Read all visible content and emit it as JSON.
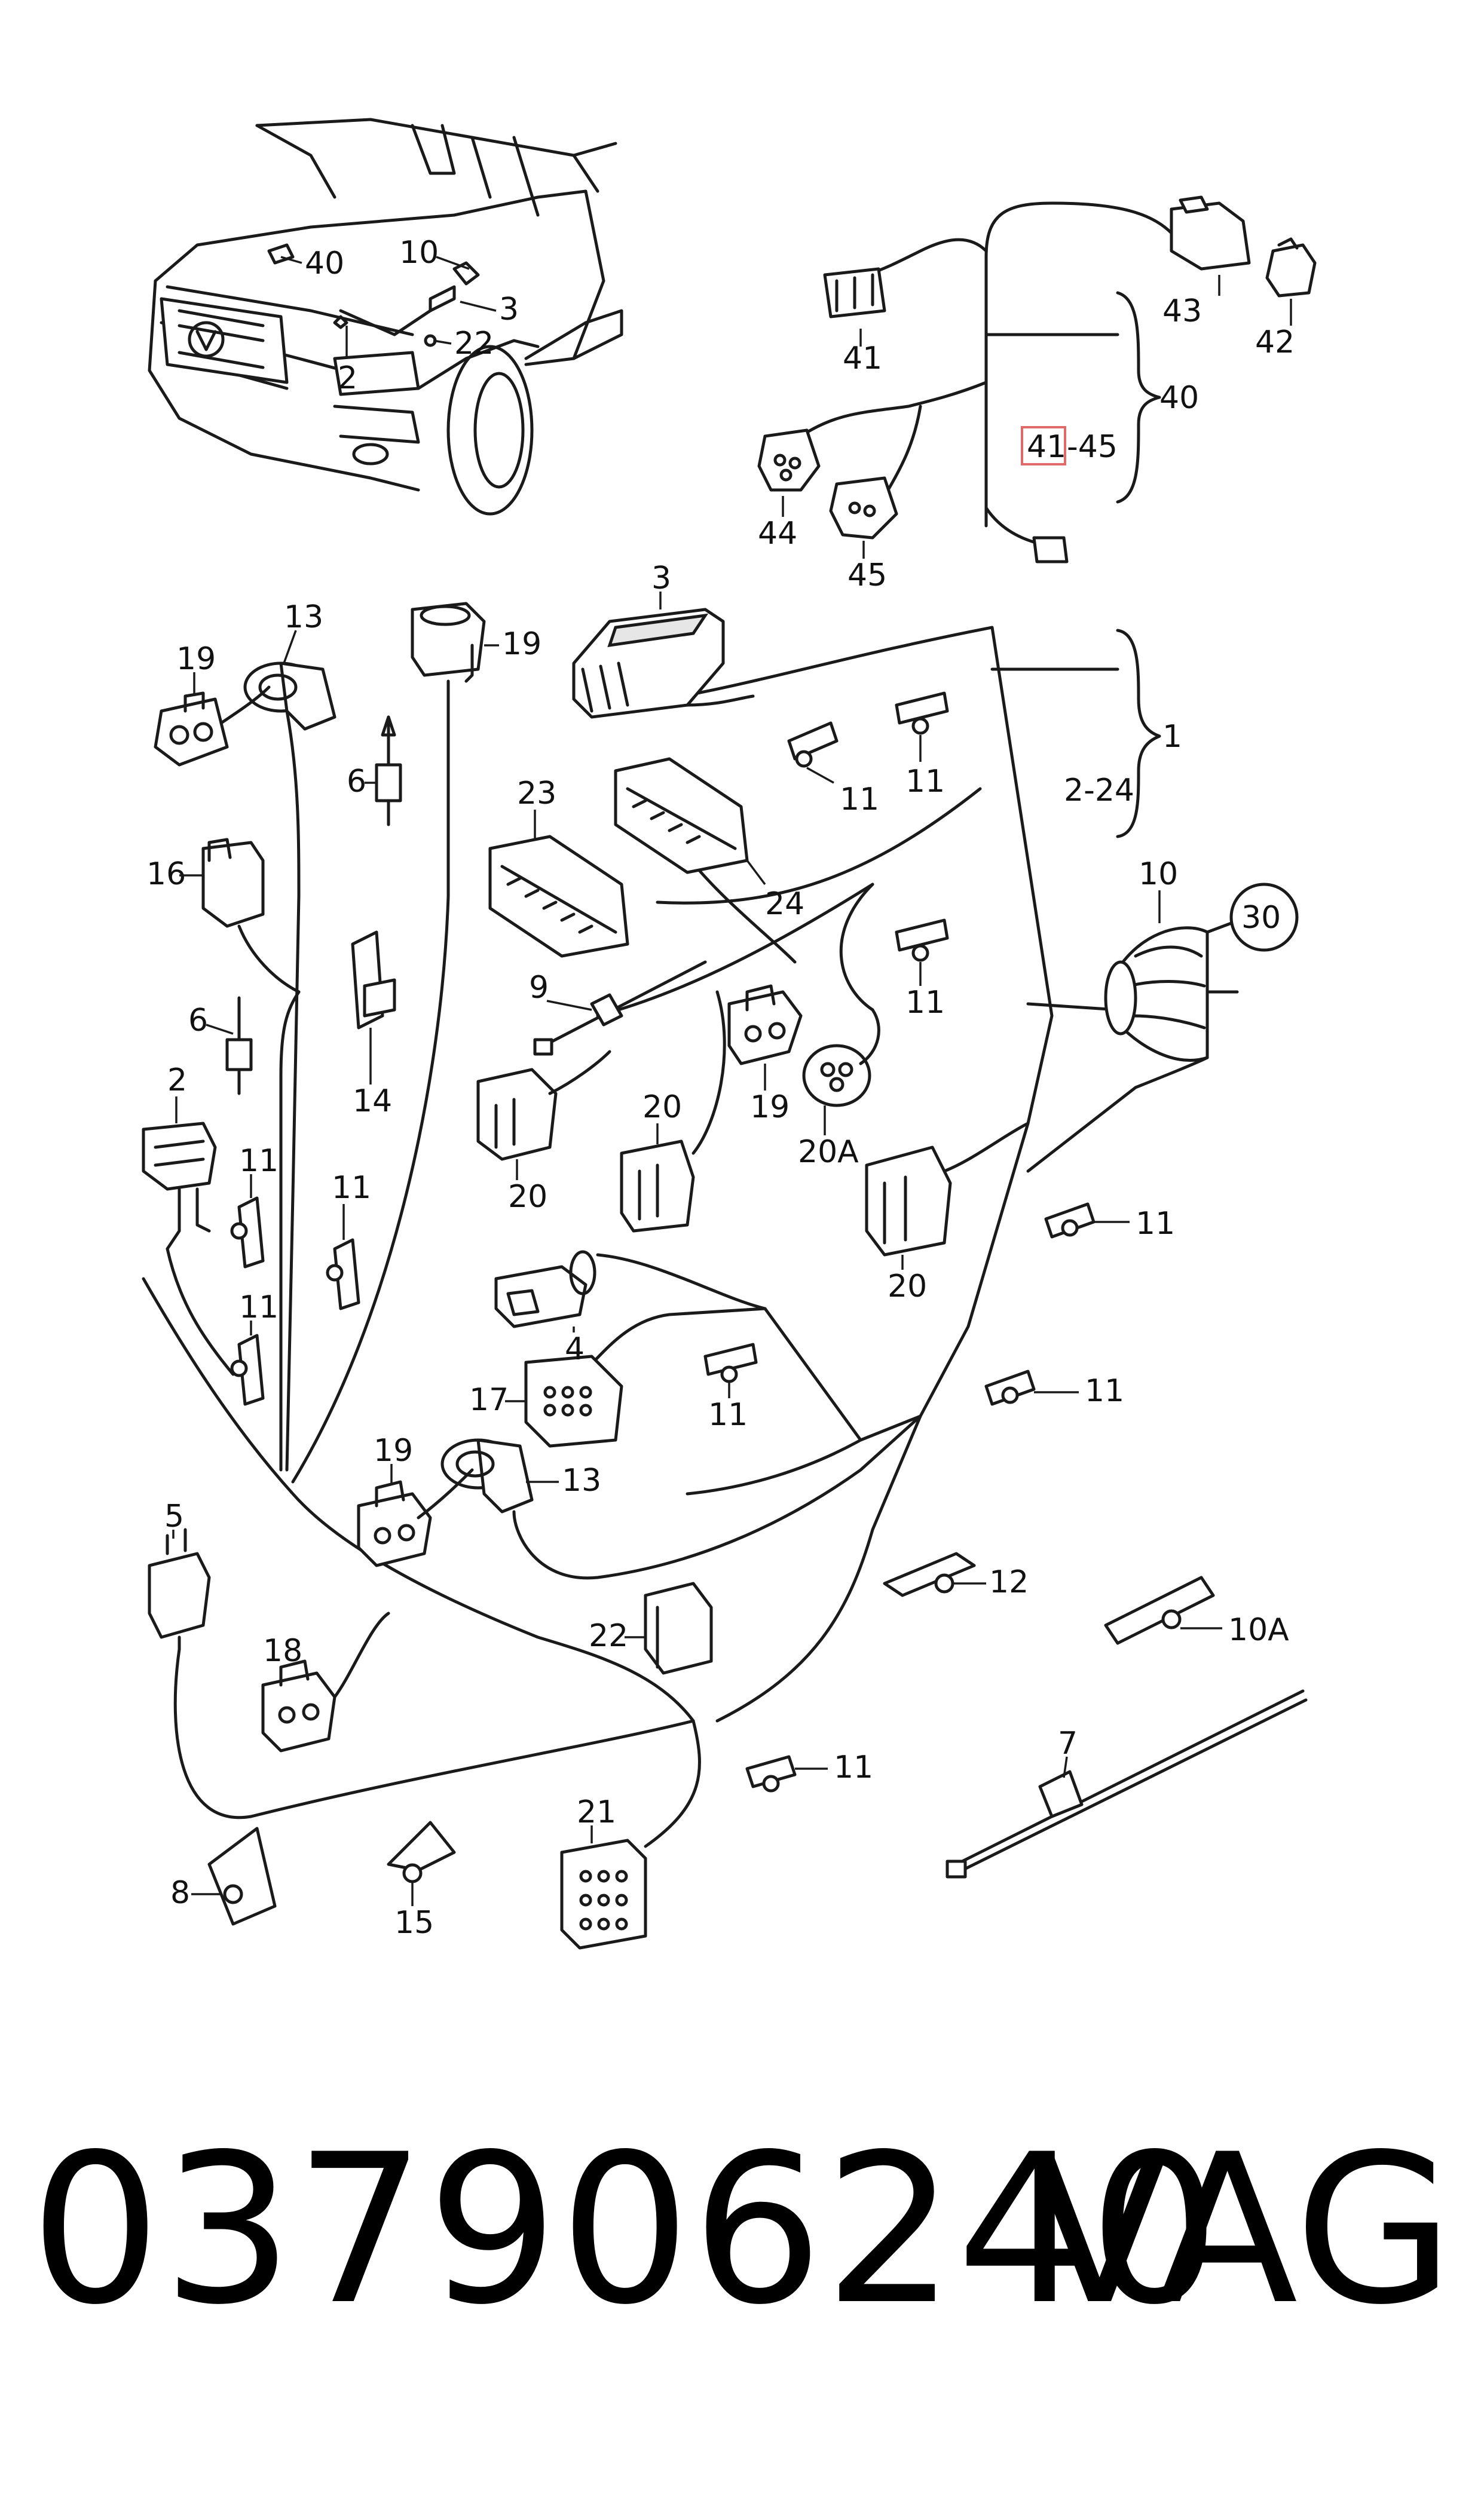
{
  "callouts": {
    "c40_top": "40",
    "c10_top": "10",
    "c3_top": "3",
    "c2_top": "2",
    "c22_top": "22",
    "c41": "41",
    "c43": "43",
    "c42": "42",
    "c40_brace": "40",
    "c41_45_a": "41",
    "c41_45_b": "-45",
    "c44": "44",
    "c45": "45",
    "c3": "3",
    "c1": "1",
    "c2_24": "2-24",
    "c11_a": "11",
    "c11_b": "11",
    "c13_a": "13",
    "c19_a": "19",
    "c19_b": "19",
    "c6_a": "6",
    "c16": "16",
    "c23": "23",
    "c24": "24",
    "c10": "10",
    "c30": "30",
    "c11_c": "11",
    "c9": "9",
    "c6_b": "6",
    "c14": "14",
    "c2": "2",
    "c20_a": "20",
    "c20_b": "20",
    "c19_c": "19",
    "c20A": "20A",
    "c20_c": "20",
    "c11_d": "11",
    "c11_e": "11",
    "c11_f": "11",
    "c11_g": "11",
    "c4": "4",
    "c17": "17",
    "c11_h": "11",
    "c11_i": "11",
    "c19_d": "19",
    "c13_b": "13",
    "c5": "5",
    "c12": "12",
    "c10A": "10A",
    "c18": "18",
    "c22": "22",
    "c11_j": "11",
    "c7": "7",
    "c21": "21",
    "c8": "8",
    "c15": "15"
  },
  "footer": {
    "part_number": "037906240",
    "brand": "VAG"
  },
  "colors": {
    "line": "#1a1a1a",
    "highlight_box": "#e06a6a"
  }
}
